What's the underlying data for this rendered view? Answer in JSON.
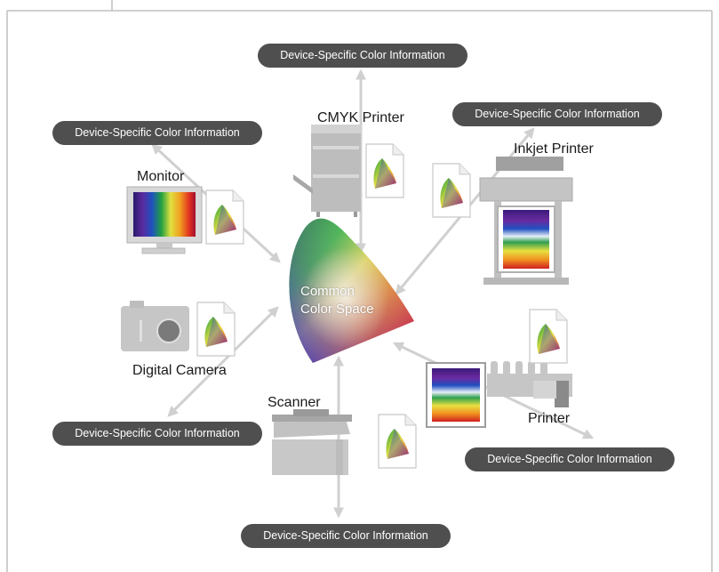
{
  "badge_text": "Device-Specific Color Information",
  "center": {
    "line1": "Common",
    "line2": "Color Space"
  },
  "devices": {
    "cmyk_printer": "CMYK Printer",
    "inkjet_printer": "Inkjet Printer",
    "monitor": "Monitor",
    "digital_camera": "Digital Camera",
    "scanner": "Scanner",
    "printer": "Printer"
  },
  "colors": {
    "badge_bg": "#4f4f4f",
    "arrow": "#d0d0d0",
    "device_gray": "#c4c4c4",
    "frame": "#b5b5b5"
  }
}
